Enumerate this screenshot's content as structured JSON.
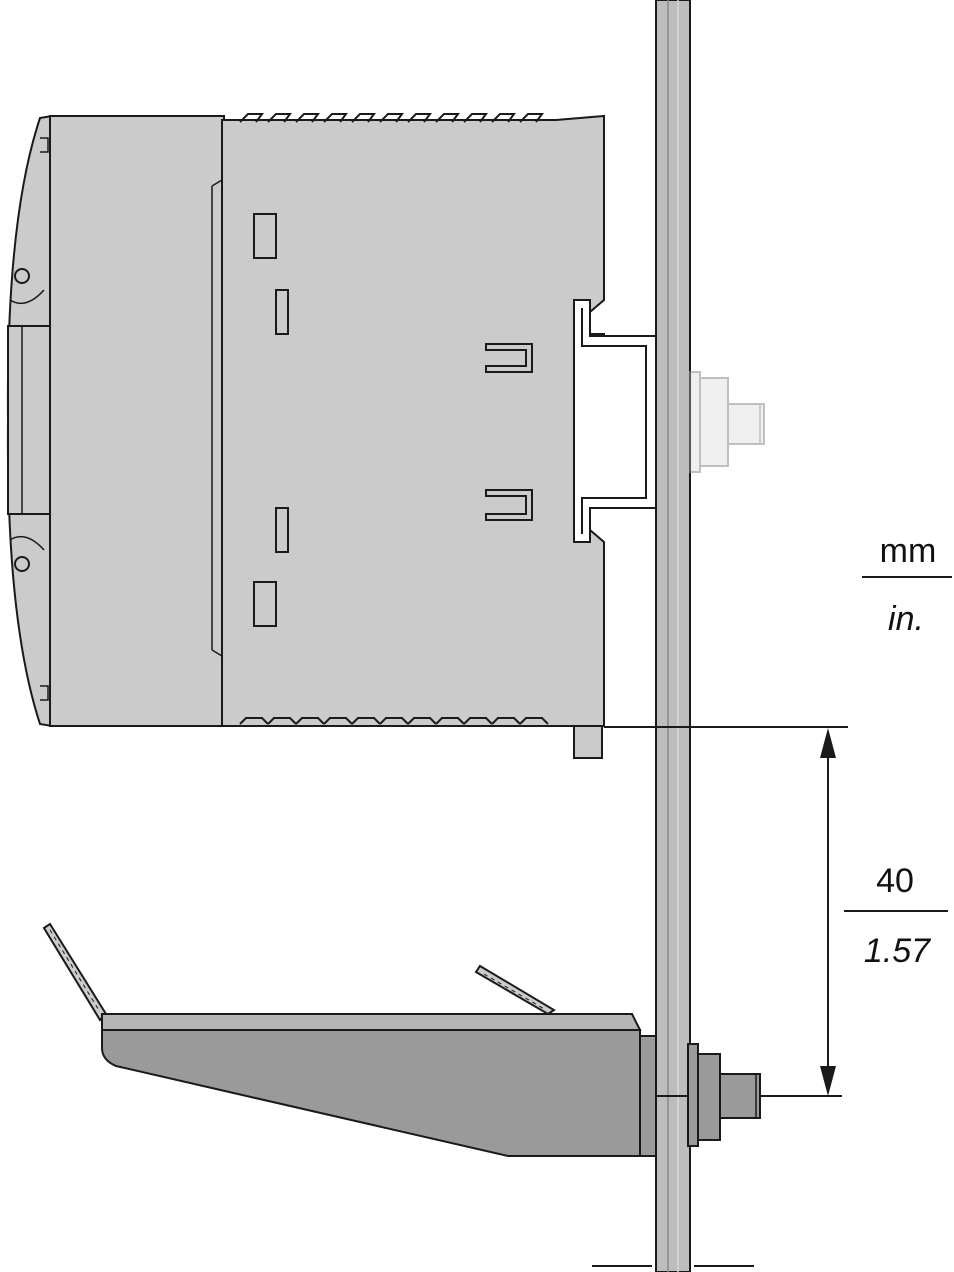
{
  "units": {
    "primary": "mm",
    "secondary": "in."
  },
  "dimension": {
    "value_mm": "40",
    "value_in": "1.57"
  },
  "colors": {
    "background": "#ffffff",
    "outline": "#1a1a1a",
    "module_fill": "#cbcbcb",
    "rail_fill": "#bdbdbd",
    "bracket_fill": "#9a9a9a",
    "ghost_fill": "#d7d7d7",
    "ghost_stroke": "#8c8c8c"
  }
}
